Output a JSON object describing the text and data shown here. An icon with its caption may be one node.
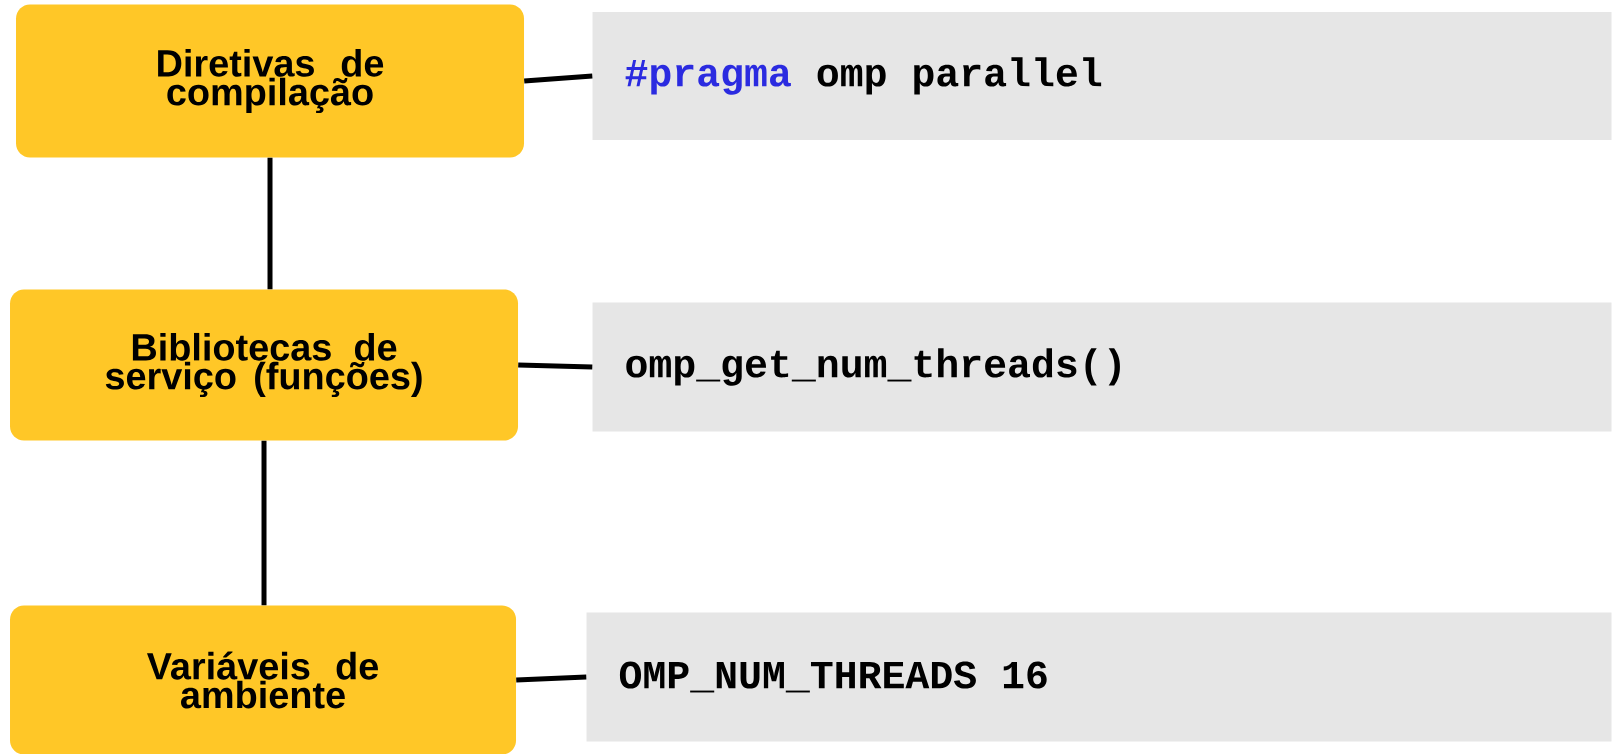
{
  "diagram": {
    "nodes": [
      {
        "text": [
          "Diretivas de compilação"
        ]
      },
      {
        "text": [
          "#pragma",
          "omp parallel"
        ]
      },
      {
        "text": [
          "Bibliotecas de serviço (funções)"
        ]
      },
      {
        "text": [
          "omp_get_num_threads()"
        ]
      },
      {
        "text": [
          "Variáveis de ambiente"
        ]
      },
      {
        "text": [
          "OMP_NUM_THREADS 16"
        ]
      }
    ],
    "edges": [
      {
        "from": 0,
        "to": 1,
        "arrow": "none"
      },
      {
        "from": 0,
        "to": 2,
        "arrow": "none"
      },
      {
        "from": 2,
        "to": 3,
        "arrow": "none"
      },
      {
        "from": 2,
        "to": 4,
        "arrow": "none"
      },
      {
        "from": 4,
        "to": 5,
        "arrow": "none"
      }
    ]
  }
}
